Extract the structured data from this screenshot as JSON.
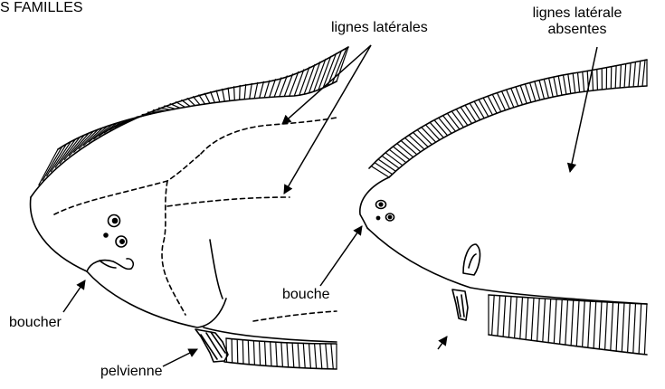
{
  "header": {
    "title_fragment": "S FAMILLES"
  },
  "labels": {
    "lateral_lines": "lignes latérales",
    "lateral_lines_absent_line1": "lignes latérale",
    "lateral_lines_absent_line2": "absentes",
    "mouth_left": "boucher",
    "mouth_right": "bouche",
    "pelvic": "pelvienne"
  },
  "colors": {
    "ink": "#000000",
    "background": "#ffffff"
  }
}
